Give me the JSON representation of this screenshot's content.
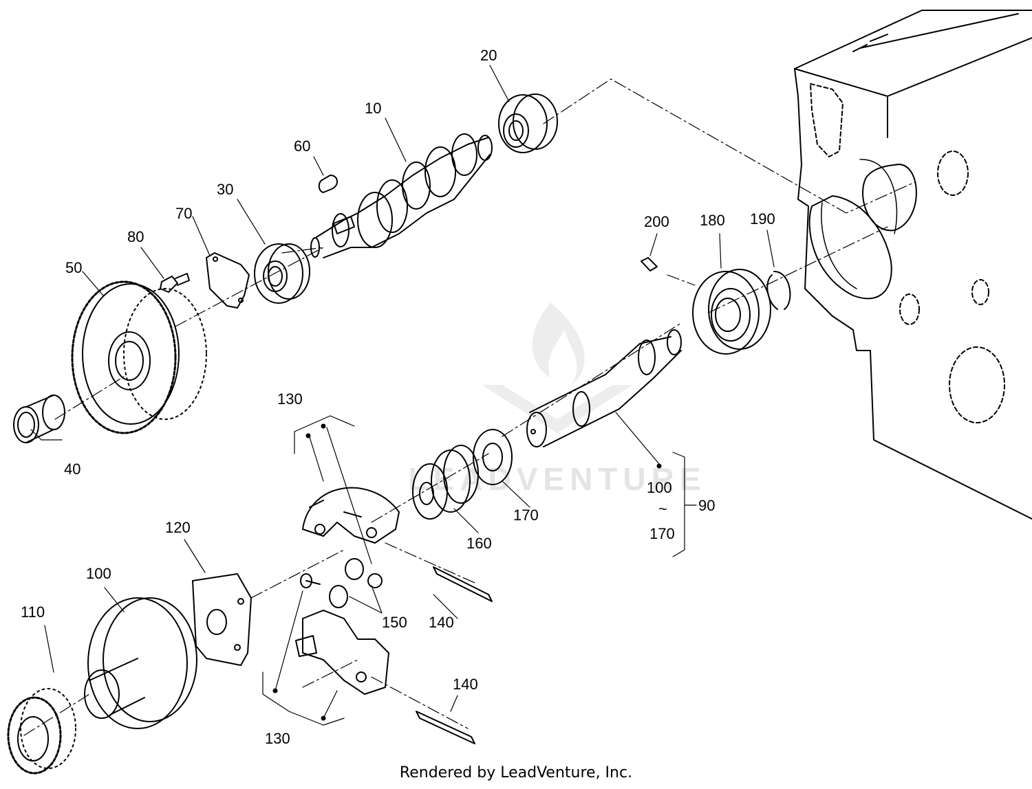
{
  "labels": {
    "p10": "10",
    "p20": "20",
    "p30": "30",
    "p40": "40",
    "p50": "50",
    "p60": "60",
    "p70": "70",
    "p80": "80",
    "p90": "90",
    "p100_range": "100",
    "tilde": "~",
    "p170_range": "170",
    "p100": "100",
    "p110": "110",
    "p120": "120",
    "p130_top": "130",
    "p130_bottom": "130",
    "p140_top": "140",
    "p140_bottom": "140",
    "p150": "150",
    "p160": "160",
    "p170": "170",
    "p180": "180",
    "p190": "190",
    "p200": "200"
  },
  "watermark": "LEADVENTURE",
  "footer": "Rendered by LeadVenture, Inc."
}
